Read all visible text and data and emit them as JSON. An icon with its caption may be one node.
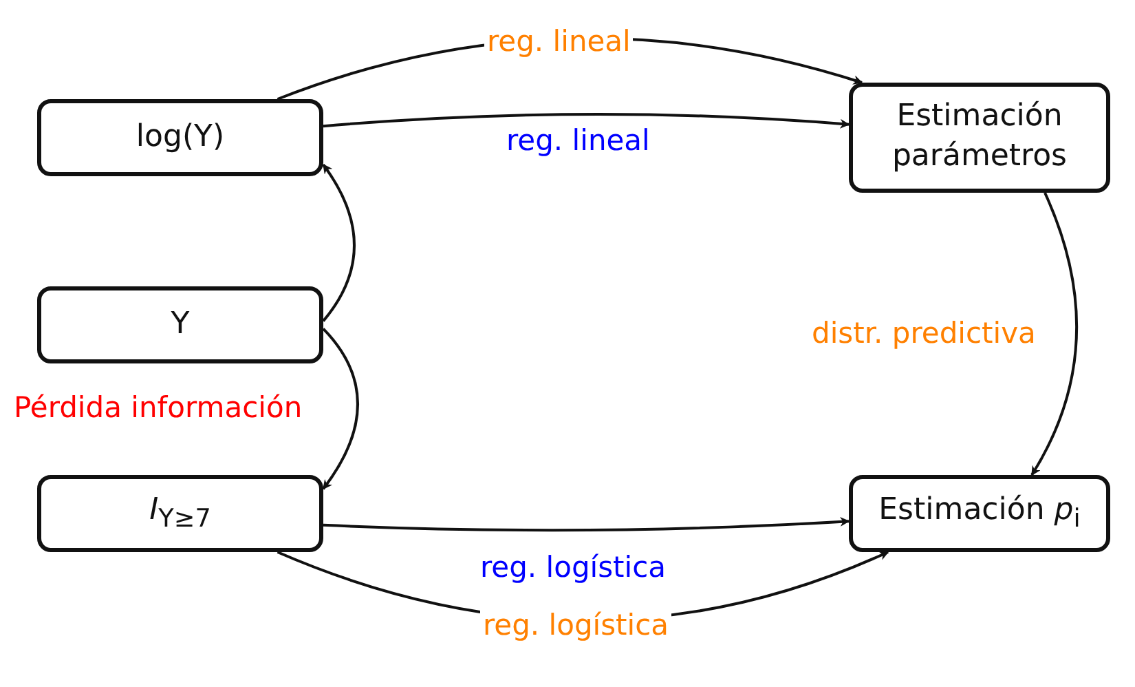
{
  "diagram": {
    "nodes": [
      {
        "text": [
          "log(Y)"
        ]
      },
      {
        "text": [
          "Y"
        ]
      },
      {
        "text": [
          "*I*$_{Y≥7}$"
        ]
      },
      {
        "text": [
          "Estimación parámetros"
        ]
      },
      {
        "text": [
          "Estimación *p*$_{i}$"
        ]
      }
    ],
    "edges": [
      {
        "from": 0,
        "to": 3,
        "arrow": "to",
        "label": "reg. lineal"
      },
      {
        "from": 0,
        "to": 3,
        "arrow": "to",
        "label": "reg. lineal"
      },
      {
        "from": 1,
        "to": 0,
        "arrow": "to"
      },
      {
        "from": 1,
        "to": 2,
        "arrow": "to",
        "label": "Pérdida información"
      },
      {
        "from": 3,
        "to": 4,
        "arrow": "to",
        "label": "distr. predictiva"
      },
      {
        "from": 2,
        "to": 4,
        "arrow": "to",
        "label": "reg. logística"
      },
      {
        "from": 2,
        "to": 4,
        "arrow": "to",
        "label": "reg. logística"
      }
    ]
  }
}
